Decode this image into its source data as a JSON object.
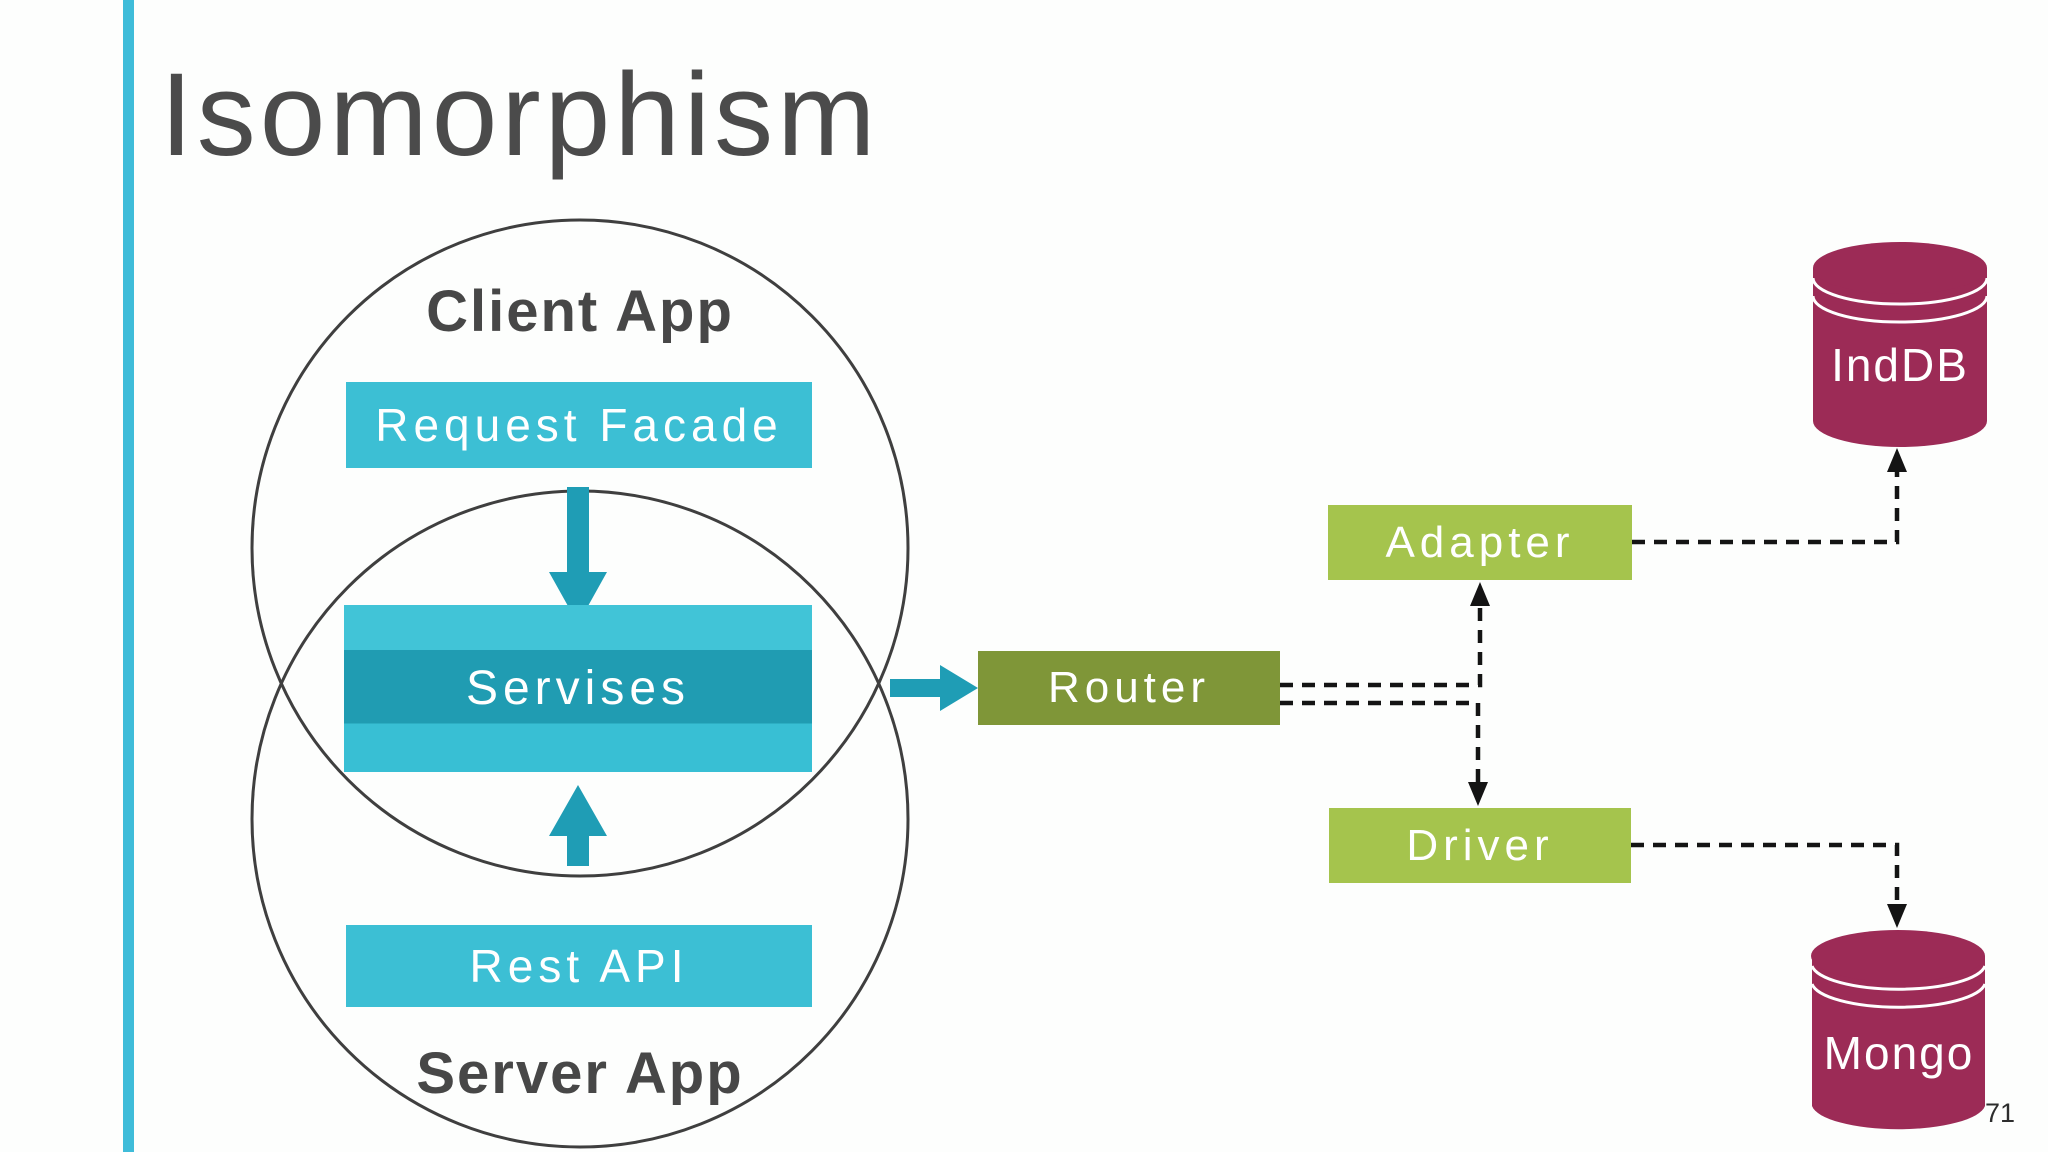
{
  "slide": {
    "title": "Isomorphism",
    "page_number": "71"
  },
  "venn": {
    "client_label": "Client App",
    "server_label": "Server App"
  },
  "nodes": {
    "request_facade": {
      "label": "Request Facade"
    },
    "services": {
      "label": "Servises"
    },
    "rest_api": {
      "label": "Rest API"
    },
    "router": {
      "label": "Router"
    },
    "adapter": {
      "label": "Adapter"
    },
    "driver": {
      "label": "Driver"
    }
  },
  "databases": {
    "inddb": {
      "label": "IndDB"
    },
    "mongo": {
      "label": "Mongo"
    }
  },
  "flows": {
    "solid_teal": [
      {
        "from": "Request Facade",
        "to": "Servises"
      },
      {
        "from": "Rest API",
        "to": "Servises"
      },
      {
        "from": "Servises",
        "to": "Router"
      }
    ],
    "dashed_black": [
      {
        "from": "Router",
        "to": "Adapter"
      },
      {
        "from": "Router",
        "to": "Driver"
      },
      {
        "from": "Adapter",
        "to": "IndDB"
      },
      {
        "from": "Driver",
        "to": "Mongo"
      }
    ]
  },
  "colors": {
    "accent_bar": "#3fbcd9",
    "title_text": "#4b4b4b",
    "cyan_box": "#3cbfd4",
    "services_band_top": "#41c4d7",
    "services_band_middle": "#209cb2",
    "services_band_bottom": "#38bfd4",
    "teal_arrow": "#1f9db5",
    "router_box": "#7f9638",
    "adapter_driver_box": "#a5c44d",
    "database_cylinder": "#9c2b56",
    "circle_outline": "#3f3f3f",
    "dashed_connector": "#141414"
  }
}
